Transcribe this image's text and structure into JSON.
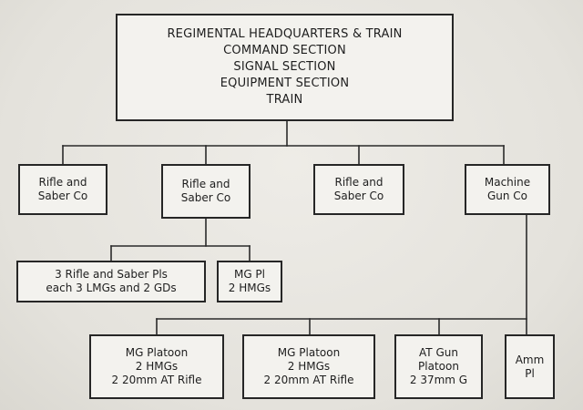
{
  "hq": {
    "lines": [
      "REGIMENTAL HEADQUARTERS & TRAIN",
      "COMMAND SECTION",
      "SIGNAL SECTION",
      "EQUIPMENT SECTION",
      "TRAIN"
    ]
  },
  "companies": [
    {
      "lines": [
        "Rifle and",
        "Saber Co"
      ]
    },
    {
      "lines": [
        "Rifle and",
        "Saber Co"
      ]
    },
    {
      "lines": [
        "Rifle and",
        "Saber Co"
      ]
    },
    {
      "lines": [
        "Machine",
        "Gun Co"
      ]
    }
  ],
  "rifle_co_units": [
    {
      "lines": [
        "3 Rifle and Saber Pls",
        "each 3 LMGs and 2 GDs"
      ]
    },
    {
      "lines": [
        "MG Pl",
        "2 HMGs"
      ]
    }
  ],
  "mg_co_units": [
    {
      "lines": [
        "MG Platoon",
        "2 HMGs",
        "2 20mm AT Rifle"
      ]
    },
    {
      "lines": [
        "MG Platoon",
        "2 HMGs",
        "2 20mm AT Rifle"
      ]
    },
    {
      "lines": [
        "AT Gun",
        "Platoon",
        "2 37mm G"
      ]
    },
    {
      "lines": [
        "Amm",
        "Pl"
      ]
    }
  ]
}
